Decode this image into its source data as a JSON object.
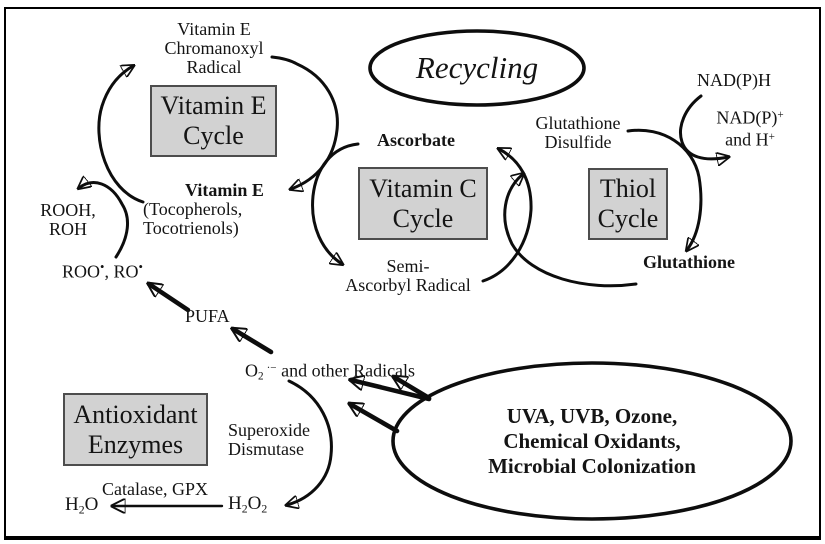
{
  "colors": {
    "background": "#ffffff",
    "border": "#000000",
    "box_fill": "#d2d2d2",
    "box_border": "#4d4d4d",
    "line": "#0d0d0d",
    "text": "#141414"
  },
  "recycling_label": "Recycling",
  "oxidants_ellipse": {
    "line1": "UVA, UVB, Ozone,",
    "line2": "Chemical Oxidants,",
    "line3": "Microbial Colonization"
  },
  "boxes": {
    "vitamin_e_cycle": {
      "line1": "Vitamin E",
      "line2": "Cycle"
    },
    "vitamin_c_cycle": {
      "line1": "Vitamin C",
      "line2": "Cycle"
    },
    "thiol_cycle": {
      "line1": "Thiol",
      "line2": "Cycle"
    },
    "antioxidant_enzymes": {
      "line1": "Antioxidant",
      "line2": "Enzymes"
    }
  },
  "labels": {
    "chromanoxyl_radical": {
      "line1": "Vitamin E",
      "line2": "Chromanoxyl",
      "line3": "Radical"
    },
    "vitamin_e_forms": {
      "line1": "Vitamin E",
      "line2": "(Tocopherols,",
      "line3": "Tocotrienols)"
    },
    "ascorbate": "Ascorbate",
    "semi_ascorbyl": {
      "line1": "Semi-",
      "line2": "Ascorbyl Radical"
    },
    "glutathione_disulfide": {
      "line1": "Glutathione",
      "line2": "Disulfide"
    },
    "glutathione": "Glutathione",
    "nadph": "NAD(P)H",
    "nadp_plus": {
      "base": "NAD(P)",
      "sup": "+"
    },
    "and_h_plus": {
      "base": "and H",
      "sup": "+"
    },
    "rooh_roh": {
      "line1": "ROOH,",
      "line2": "ROH"
    },
    "roo_ro": {
      "p1": "ROO",
      "s1": "•",
      "p2": ", RO",
      "s2": "•"
    },
    "pufa": "PUFA",
    "superoxide_radical": {
      "base": "O",
      "sub": "2",
      "sup": "·−",
      "rest": "and other Radicals"
    },
    "superoxide_dismutase": {
      "line1": "Superoxide",
      "line2": "Dismutase"
    },
    "catalase_gpx": "Catalase, GPX",
    "h2o": {
      "p1": "H",
      "sub": "2",
      "p2": "O"
    },
    "h2o2": {
      "p1": "H",
      "sub1": "2",
      "p2": "O",
      "sub2": "2"
    }
  }
}
